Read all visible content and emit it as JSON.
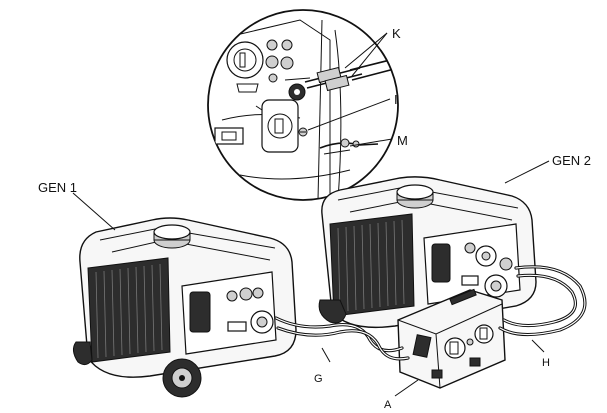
{
  "labels": {
    "gen1": "GEN 1",
    "gen2": "GEN 2",
    "k": "K",
    "i": "I",
    "m": "M",
    "g": "G",
    "h": "H",
    "a": "A"
  },
  "colors": {
    "line": "#111111",
    "grille": "#2d2d2d",
    "background": "#ffffff"
  }
}
